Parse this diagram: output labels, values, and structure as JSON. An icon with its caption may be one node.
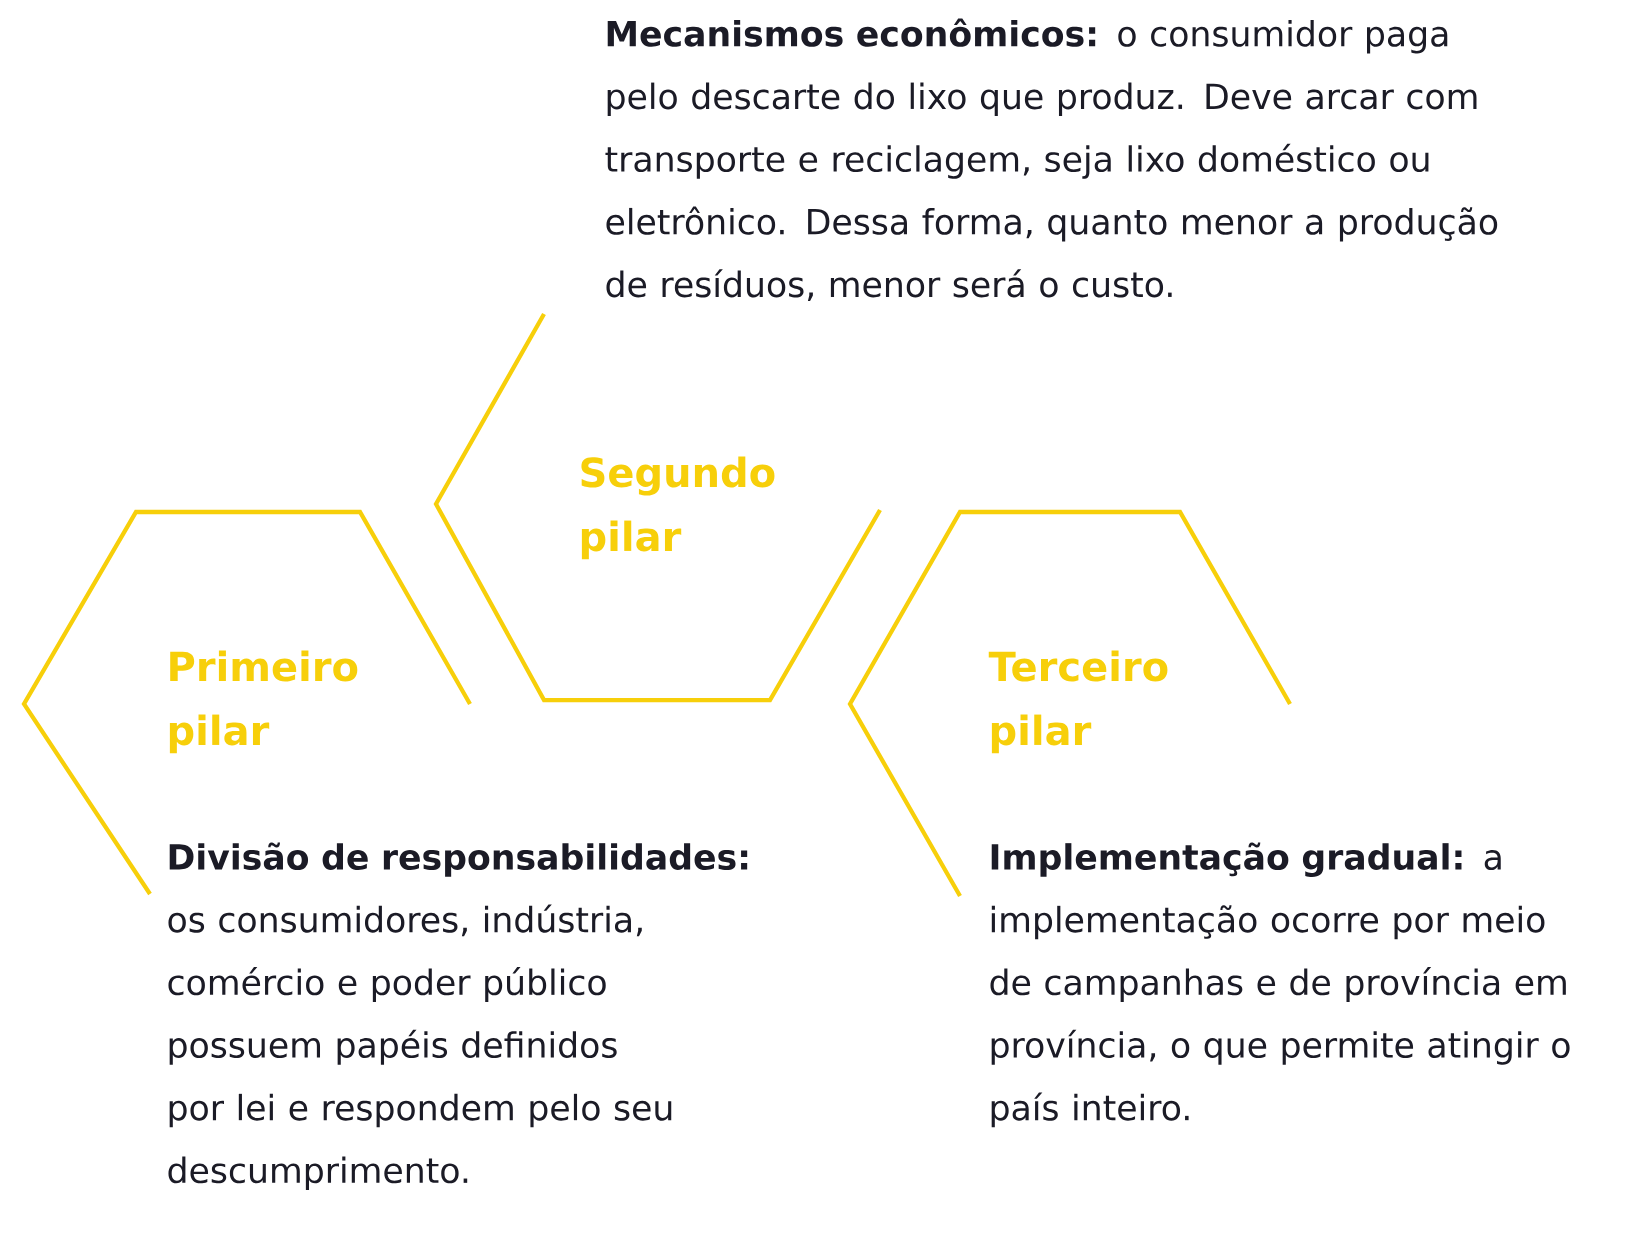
{
  "diagram": {
    "nodes": [
      {
        "text": [
          "Primeiro pilar",
          "**Divisão de responsabilidades:** os consumidores, indústria, comércio e poder público possuem papéis definidos por lei e respondem pelo seu descumprimento."
        ]
      },
      {
        "text": [
          "**Mecanismos econômicos:** o consumidor paga pelo descarte do lixo que produz. Deve arcar com transporte e reciclagem, seja lixo doméstico ou eletrônico. Dessa forma, quanto menor a produção de resíduos, menor será o custo.",
          "Segundo pilar"
        ]
      },
      {
        "text": [
          "Terceiro pilar",
          "**Implementação gradual:** a implementação ocorre por meio de campanhas e de província em província, o que permite atingir o país inteiro."
        ]
      }
    ]
  }
}
